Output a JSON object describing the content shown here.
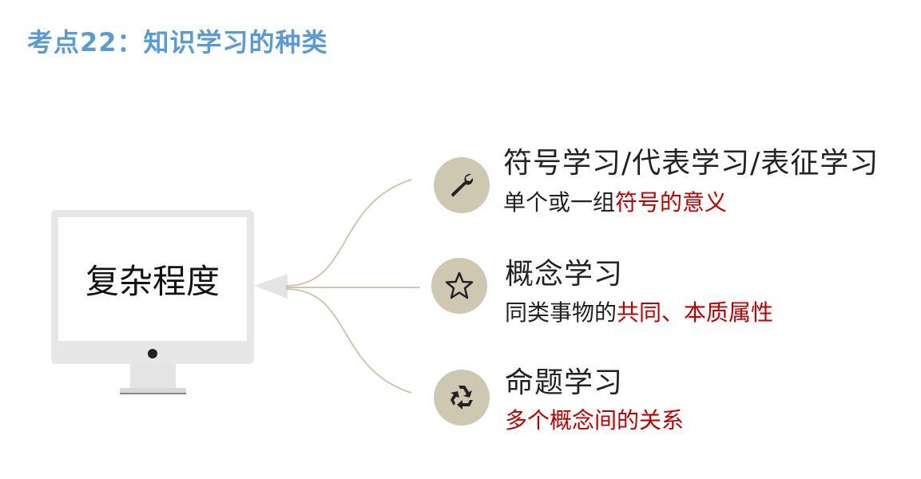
{
  "title": "考点22：知识学习的种类",
  "monitor": {
    "label": "复杂程度"
  },
  "items": [
    {
      "icon": "wrench-icon",
      "title": "符号学习/代表学习/表征学习",
      "desc_plain": "单个或一组",
      "desc_highlight": "符号的意义"
    },
    {
      "icon": "star-icon",
      "title": "概念学习",
      "desc_plain": "同类事物的",
      "desc_highlight": "共同、本质属性"
    },
    {
      "icon": "recycle-icon",
      "title": "命题学习",
      "desc_plain": "",
      "desc_highlight": "多个概念间的关系"
    }
  ],
  "colors": {
    "title": "#5b9bd5",
    "highlight": "#c00000",
    "icon_circle": "#cec8b3",
    "connector": "#cfc7ae"
  }
}
